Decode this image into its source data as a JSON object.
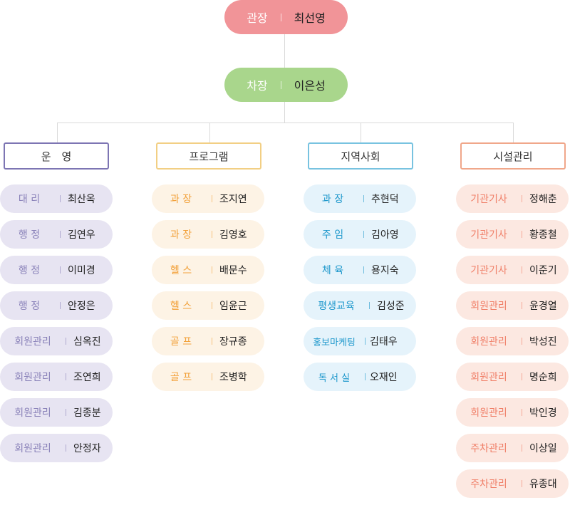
{
  "director": {
    "role": "관장",
    "name": "최선영"
  },
  "deputy": {
    "role": "차장",
    "name": "이은성"
  },
  "departments": [
    {
      "title": "운　영",
      "border": "#7d75b3",
      "bg": "#e7e4f2",
      "role_color": "#8a82b9",
      "members": [
        {
          "role": "대 리",
          "name": "최산옥"
        },
        {
          "role": "행 정",
          "name": "김연우"
        },
        {
          "role": "행 정",
          "name": "이미경"
        },
        {
          "role": "행 정",
          "name": "안정은"
        },
        {
          "role": "회원관리",
          "name": "심옥진"
        },
        {
          "role": "회원관리",
          "name": "조연희"
        },
        {
          "role": "회원관리",
          "name": "김종분"
        },
        {
          "role": "회원관리",
          "name": "안정자"
        }
      ]
    },
    {
      "title": "프로그램",
      "border": "#f2cf84",
      "bg": "#fdf3e5",
      "role_color": "#f2a13a",
      "members": [
        {
          "role": "과 장",
          "name": "조지연"
        },
        {
          "role": "과 장",
          "name": "김영호"
        },
        {
          "role": "헬 스",
          "name": "배문수"
        },
        {
          "role": "헬 스",
          "name": "임윤근"
        },
        {
          "role": "골 프",
          "name": "장규종"
        },
        {
          "role": "골 프",
          "name": "조병학"
        }
      ]
    },
    {
      "title": "지역사회",
      "border": "#78c3e0",
      "bg": "#e5f3fb",
      "role_color": "#1e98cc",
      "members": [
        {
          "role": "과 장",
          "name": "추현덕"
        },
        {
          "role": "주 임",
          "name": "김아영"
        },
        {
          "role": "체 육",
          "name": "용지숙"
        },
        {
          "role": "평생교육",
          "name": "김성준"
        },
        {
          "role": "홍보마케팅",
          "name": "김태우"
        },
        {
          "role": "독 서 실",
          "name": "오재인"
        }
      ]
    },
    {
      "title": "시설관리",
      "border": "#f0a78a",
      "bg": "#fce8e1",
      "role_color": "#f07f68",
      "members": [
        {
          "role": "기관기사",
          "name": "정해춘"
        },
        {
          "role": "기관기사",
          "name": "황종철"
        },
        {
          "role": "기관기사",
          "name": "이준기"
        },
        {
          "role": "회원관리",
          "name": "윤경열"
        },
        {
          "role": "회원관리",
          "name": "박성진"
        },
        {
          "role": "회원관리",
          "name": "명순희"
        },
        {
          "role": "회원관리",
          "name": "박인경"
        },
        {
          "role": "주차관리",
          "name": "이상일"
        },
        {
          "role": "주차관리",
          "name": "유종대"
        }
      ]
    }
  ]
}
